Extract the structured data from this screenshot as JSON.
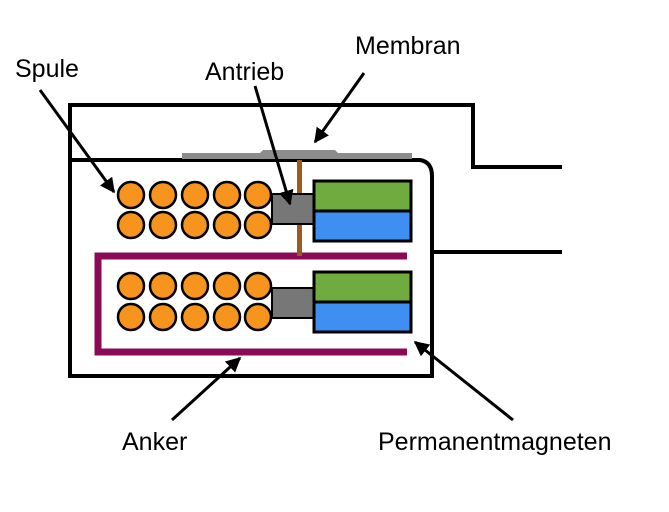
{
  "labels": {
    "coil": "Spule",
    "drive": "Antrieb",
    "membrane": "Membran",
    "armature": "Anker",
    "magnets": "Permanentmagneten"
  },
  "colors": {
    "coil": "#f7941d",
    "armature": "#8b0a55",
    "magnet_top": "#6fab3e",
    "magnet_bottom": "#3f8ef2",
    "membrane": "#8c8c8c",
    "drive_pin": "#9c5a1e",
    "drive_block": "#777777",
    "outline": "#000000"
  },
  "icons": {
    "coil": "coil-winding-circles",
    "magnet": "permanent-magnet-block",
    "arrow": "pointer-arrow"
  }
}
